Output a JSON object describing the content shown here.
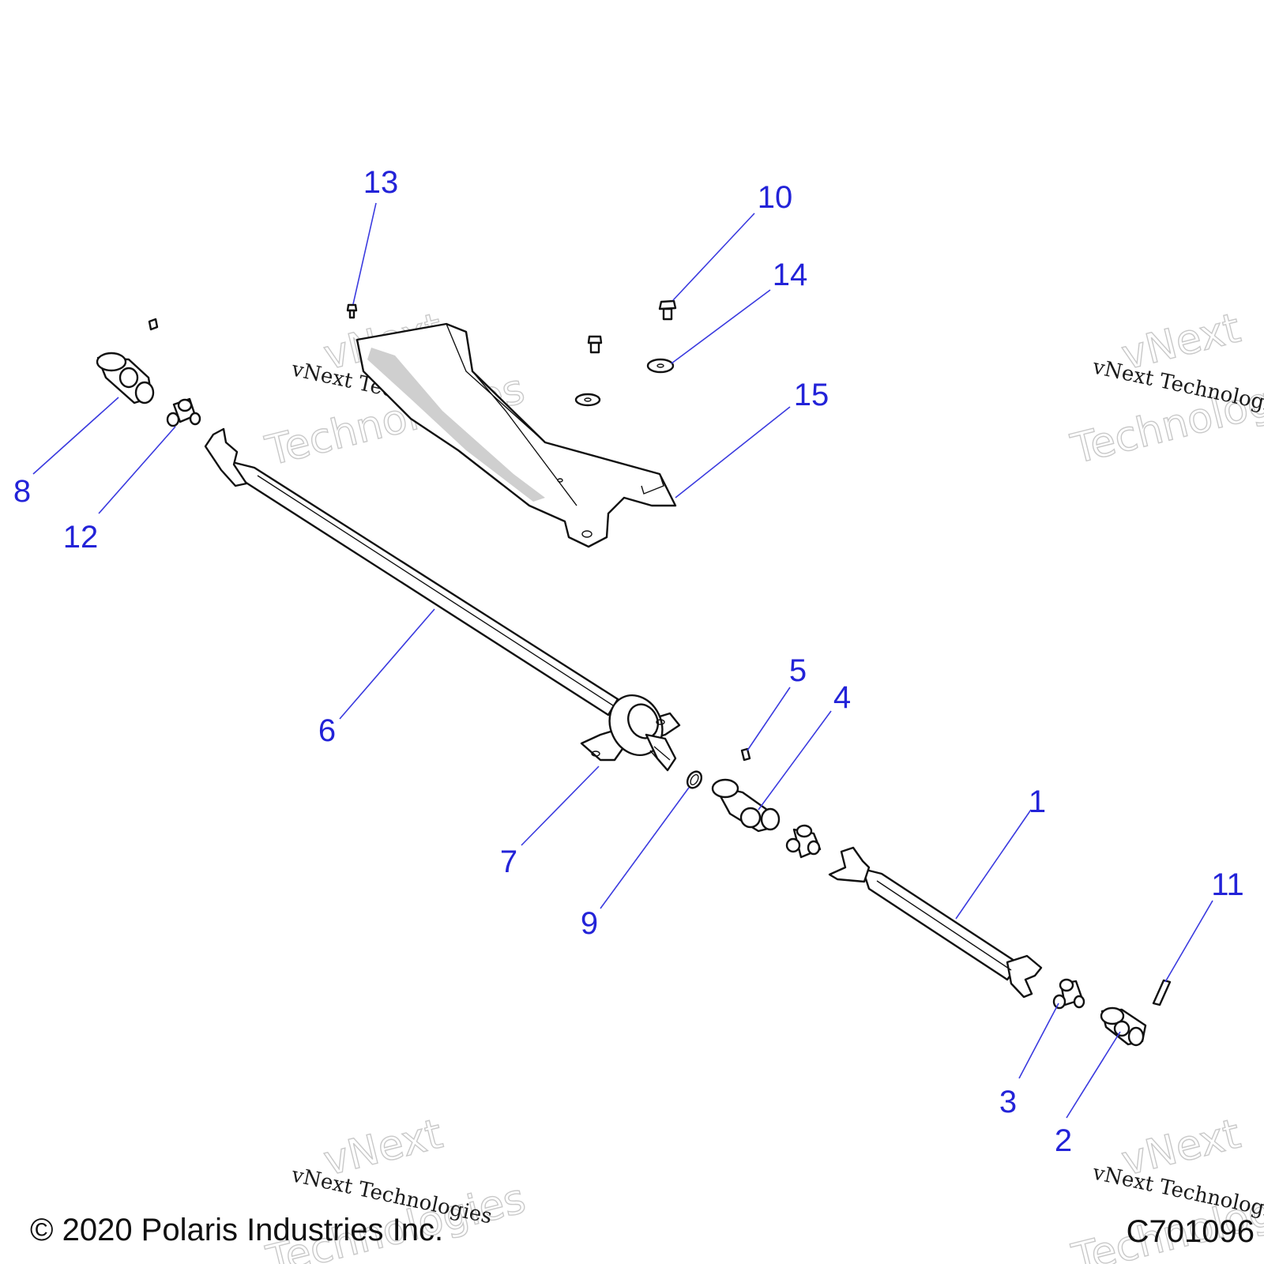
{
  "callouts": [
    {
      "label": "1"
    },
    {
      "label": "2"
    },
    {
      "label": "3"
    },
    {
      "label": "4"
    },
    {
      "label": "5"
    },
    {
      "label": "6"
    },
    {
      "label": "7"
    },
    {
      "label": "8"
    },
    {
      "label": "9"
    },
    {
      "label": "10"
    },
    {
      "label": "11"
    },
    {
      "label": "12"
    },
    {
      "label": "13"
    },
    {
      "label": "14"
    },
    {
      "label": "15"
    }
  ],
  "watermark": {
    "line1": "vNext",
    "line2": "Technologies",
    "small": "vNext Technologies"
  },
  "footer": {
    "copyright": "© 2020 Polaris Industries Inc.",
    "diagram_code": "C701096"
  },
  "colors": {
    "callout": "#2323d8",
    "leader": "#3a3adf",
    "linework": "#111111",
    "watermark": "#c9c9c9"
  }
}
